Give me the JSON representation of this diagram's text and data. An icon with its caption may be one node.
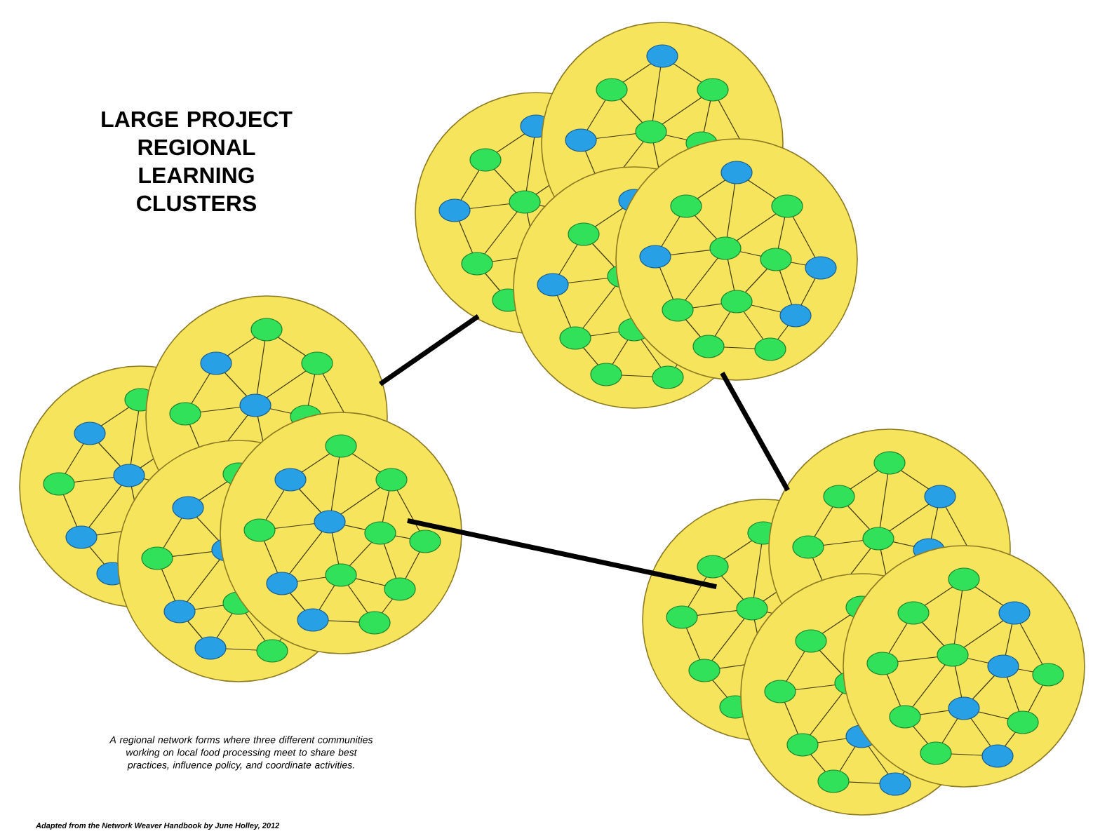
{
  "diagram": {
    "title": "LARGE PROJECT REGIONAL LEARNING CLUSTERS",
    "caption": "A regional network forms where three different communities working on local food processing meet to share best practices, influence policy, and coordinate activities.",
    "nodes": [
      {
        "text": [],
        "shape": "circle"
      },
      {
        "text": [],
        "shape": "circle"
      },
      {
        "text": [],
        "shape": "circle"
      }
    ],
    "edges": [
      {
        "from": 1,
        "to": 0,
        "arrow": "none"
      },
      {
        "from": 0,
        "to": 2,
        "arrow": "none"
      },
      {
        "from": 1,
        "to": 2,
        "arrow": "none"
      }
    ],
    "labels": [
      "Adapted from the Network Weaver Handbook by June Holley, 2012"
    ]
  }
}
